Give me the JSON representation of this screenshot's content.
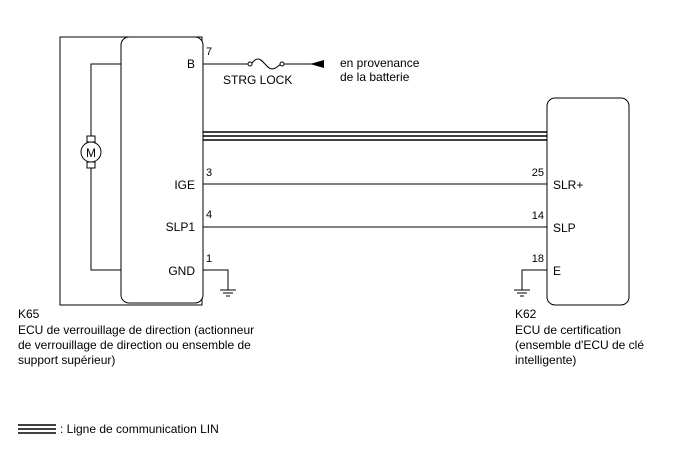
{
  "k65": {
    "code": "K65",
    "description_lines": [
      "ECU de verrouillage de direction (actionneur",
      "de verrouillage de direction ou ensemble de",
      "support supérieur)"
    ],
    "motor_symbol": "M",
    "terminals": {
      "b": {
        "name": "B",
        "pin": "7"
      },
      "ige": {
        "name": "IGE",
        "pin": "3"
      },
      "slp1": {
        "name": "SLP1",
        "pin": "4"
      },
      "gnd": {
        "name": "GND",
        "pin": "1"
      }
    }
  },
  "k62": {
    "code": "K62",
    "description_lines": [
      "ECU de certification",
      "(ensemble d'ECU de clé",
      "intelligente)"
    ],
    "terminals": {
      "slr_plus": {
        "name": "SLR+",
        "pin": "25"
      },
      "slp": {
        "name": "SLP",
        "pin": "14"
      },
      "e": {
        "name": "E",
        "pin": "18"
      }
    }
  },
  "fuse": {
    "label": "STRG LOCK"
  },
  "battery_source": {
    "lines": [
      "en provenance",
      "de la batterie"
    ]
  },
  "legend": {
    "text": ": Ligne de communication LIN"
  }
}
